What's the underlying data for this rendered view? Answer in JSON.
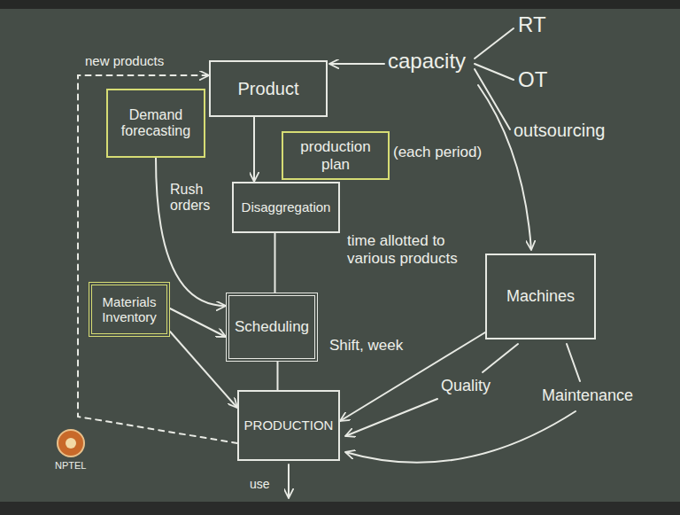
{
  "diagram": {
    "nodes": [
      {
        "text": [
          "Product"
        ]
      },
      {
        "text": [
          "Demand forecasting"
        ]
      },
      {
        "text": [
          "production plan"
        ]
      },
      {
        "text": [
          "Disaggregation"
        ]
      },
      {
        "text": [
          "Materials Inventory"
        ]
      },
      {
        "text": [
          "Scheduling"
        ]
      },
      {
        "text": [
          "PRODUCTION"
        ]
      },
      {
        "text": [
          "Machines"
        ]
      }
    ],
    "edges": [
      {
        "from": 0,
        "to": 3,
        "arrow": "to"
      },
      {
        "from": 3,
        "to": 5,
        "arrow": "none"
      },
      {
        "from": 5,
        "to": 6,
        "arrow": "none"
      },
      {
        "from": 1,
        "to": 5,
        "label": "Rush orders",
        "arrow": "to"
      },
      {
        "from": 4,
        "to": 5,
        "arrow": "to"
      },
      {
        "from": 4,
        "to": 6,
        "arrow": "to"
      },
      {
        "from": 7,
        "to": 6,
        "arrow": "to"
      },
      {
        "from": 6,
        "to": 0,
        "label": "new products",
        "arrow": "to"
      }
    ],
    "labels": [
      "capacity",
      "RT",
      "OT",
      "outsourcing",
      "(each period)",
      "time allotted to various products",
      "Shift, week",
      "Quality",
      "Maintenance",
      "use",
      "NPTEL"
    ]
  }
}
